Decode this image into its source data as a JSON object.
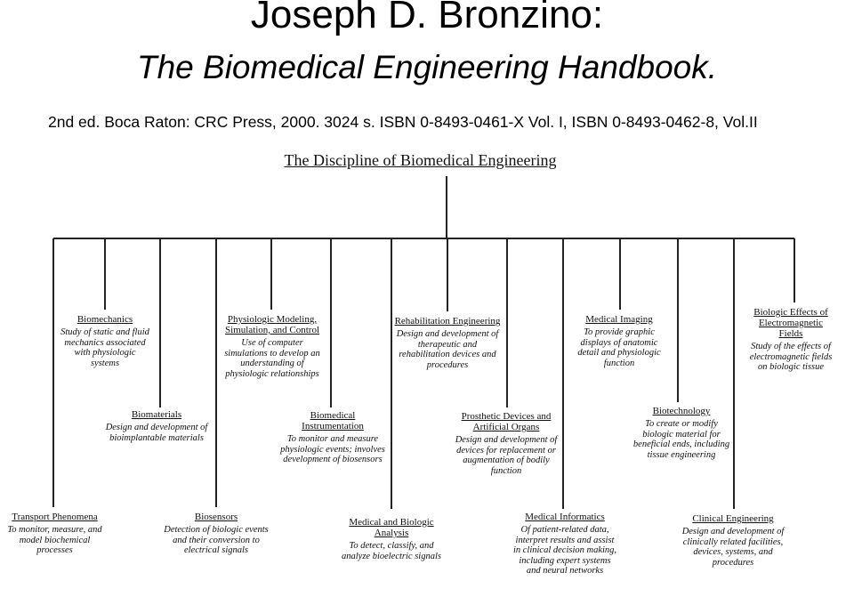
{
  "header": {
    "author": "Joseph D. Bronzino:",
    "book_title": "The Biomedical Engineering Handbook.",
    "citation": "2nd ed. Boca Raton: CRC Press, 2000. 3024 s. ISBN 0-8493-0461-X Vol. I, ISBN 0-8493-0462-8, Vol.II"
  },
  "diagram": {
    "title": "The Discipline of Biomedical Engineering",
    "nodes": [
      {
        "name": "Biomechanics",
        "desc": "Study of static and fluid mechanics associated with physiologic systems"
      },
      {
        "name": "Biomaterials",
        "desc": "Design and development of bioimplantable materials"
      },
      {
        "name": "Physiologic Modeling, Simulation, and Control",
        "desc": "Use of computer simulations to develop an understanding of physiologic relationships"
      },
      {
        "name": "Biomedical Instrumentation",
        "desc": "To monitor and measure physiologic events; involves development of biosensors"
      },
      {
        "name": "Rehabilitation Engineering",
        "desc": "Design and development of therapeutic and rehabilitation devices and procedures"
      },
      {
        "name": "Prosthetic Devices and Artificial Organs",
        "desc": "Design and development of devices for replacement or augmentation of bodily function"
      },
      {
        "name": "Medical Imaging",
        "desc": "To provide graphic displays of anatomic detail and physiologic function"
      },
      {
        "name": "Biotechnology",
        "desc": "To create or modify biologic material for beneficial ends, including tissue engineering"
      },
      {
        "name": "Biologic Effects of Electromagnetic Fields",
        "desc": "Study of the effects of electromagnetic fields on biologic tissue"
      },
      {
        "name": "Transport Phenomena",
        "desc": "To monitor, measure, and model biochemical processes"
      },
      {
        "name": "Biosensors",
        "desc": "Detection of biologic events and their conversion to electrical signals"
      },
      {
        "name": "Medical and Biologic Analysis",
        "desc": "To detect, classify, and analyze bioelectric signals"
      },
      {
        "name": "Medical Informatics",
        "desc": "Of patient-related data, interpret results and assist in clinical decision making, including expert systems and neural networks"
      },
      {
        "name": "Clinical Engineering",
        "desc": "Design and development of clinically related facilities, devices, systems, and procedures"
      }
    ]
  }
}
